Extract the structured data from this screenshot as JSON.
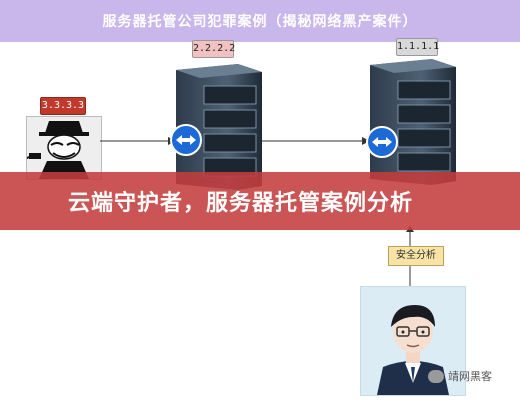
{
  "header": {
    "title": "服务器托管公司犯罪案例（揭秘网络黑产案件）"
  },
  "nodes": {
    "server_middle_ip": "2.2.2.2",
    "server_right_ip": "1.1.1.1",
    "attacker_ip": "3.3.3.3"
  },
  "banner": {
    "text": "云端守护者，服务器托管案例分析"
  },
  "analysis_label": "安全分析",
  "watermark": {
    "text": "靖网黑客"
  },
  "colors": {
    "header_bg": "#c9b6ea",
    "banner_bg": "#c43c3c",
    "attacker_tag": "#c0392b",
    "analysis_tag": "#f7e3a6"
  },
  "icons": [
    "teamviewer-icon",
    "server-rack-icon",
    "hacker-figure",
    "analyst-figure",
    "wechat-icon"
  ]
}
